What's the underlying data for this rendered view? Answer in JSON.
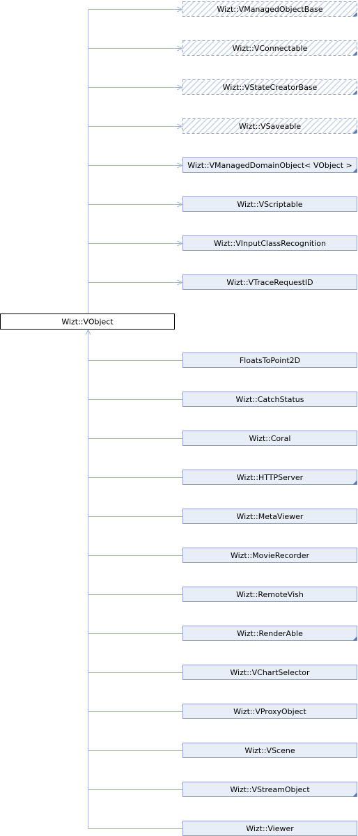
{
  "diagram": {
    "center_node": {
      "label": "Wizt::VObject"
    },
    "parent_nodes": [
      {
        "label": "Wizt::VManagedObjectBase",
        "hatched": true,
        "corner_marker": true
      },
      {
        "label": "Wizt::VConnectable",
        "hatched": true,
        "corner_marker": true
      },
      {
        "label": "Wizt::VStateCreatorBase",
        "hatched": true,
        "corner_marker": true
      },
      {
        "label": "Wizt::VSaveable",
        "hatched": true,
        "corner_marker": true
      },
      {
        "label": "Wizt::VManagedDomainObject< VObject >",
        "hatched": false,
        "corner_marker": true
      },
      {
        "label": "Wizt::VScriptable",
        "hatched": false,
        "corner_marker": false
      },
      {
        "label": "Wizt::VInputClassRecognition",
        "hatched": false,
        "corner_marker": false
      },
      {
        "label": "Wizt::VTraceRequestID",
        "hatched": false,
        "corner_marker": false
      }
    ],
    "child_nodes": [
      {
        "label": "FloatsToPoint2D",
        "corner_marker": false
      },
      {
        "label": "Wizt::CatchStatus",
        "corner_marker": false
      },
      {
        "label": "Wizt::Coral",
        "corner_marker": false
      },
      {
        "label": "Wizt::HTTPServer",
        "corner_marker": true
      },
      {
        "label": "Wizt::MetaViewer",
        "corner_marker": false
      },
      {
        "label": "Wizt::MovieRecorder",
        "corner_marker": false
      },
      {
        "label": "Wizt::RemoteVish",
        "corner_marker": false
      },
      {
        "label": "Wizt::RenderAble",
        "corner_marker": true
      },
      {
        "label": "Wizt::VChartSelector",
        "corner_marker": false
      },
      {
        "label": "Wizt::VProxyObject",
        "corner_marker": false
      },
      {
        "label": "Wizt::VScene",
        "corner_marker": false
      },
      {
        "label": "Wizt::VStreamObject",
        "corner_marker": true
      },
      {
        "label": "Wizt::Viewer",
        "corner_marker": false
      }
    ],
    "colors": {
      "node_fill": "#e8eef7",
      "node_border": "#8a9fc8",
      "dashed_border": "#8a9fc8",
      "hatch": "#c8d2e6",
      "edge": "#9fb9d8",
      "marker": "#5a7bb0",
      "center_border": "#000000"
    }
  }
}
